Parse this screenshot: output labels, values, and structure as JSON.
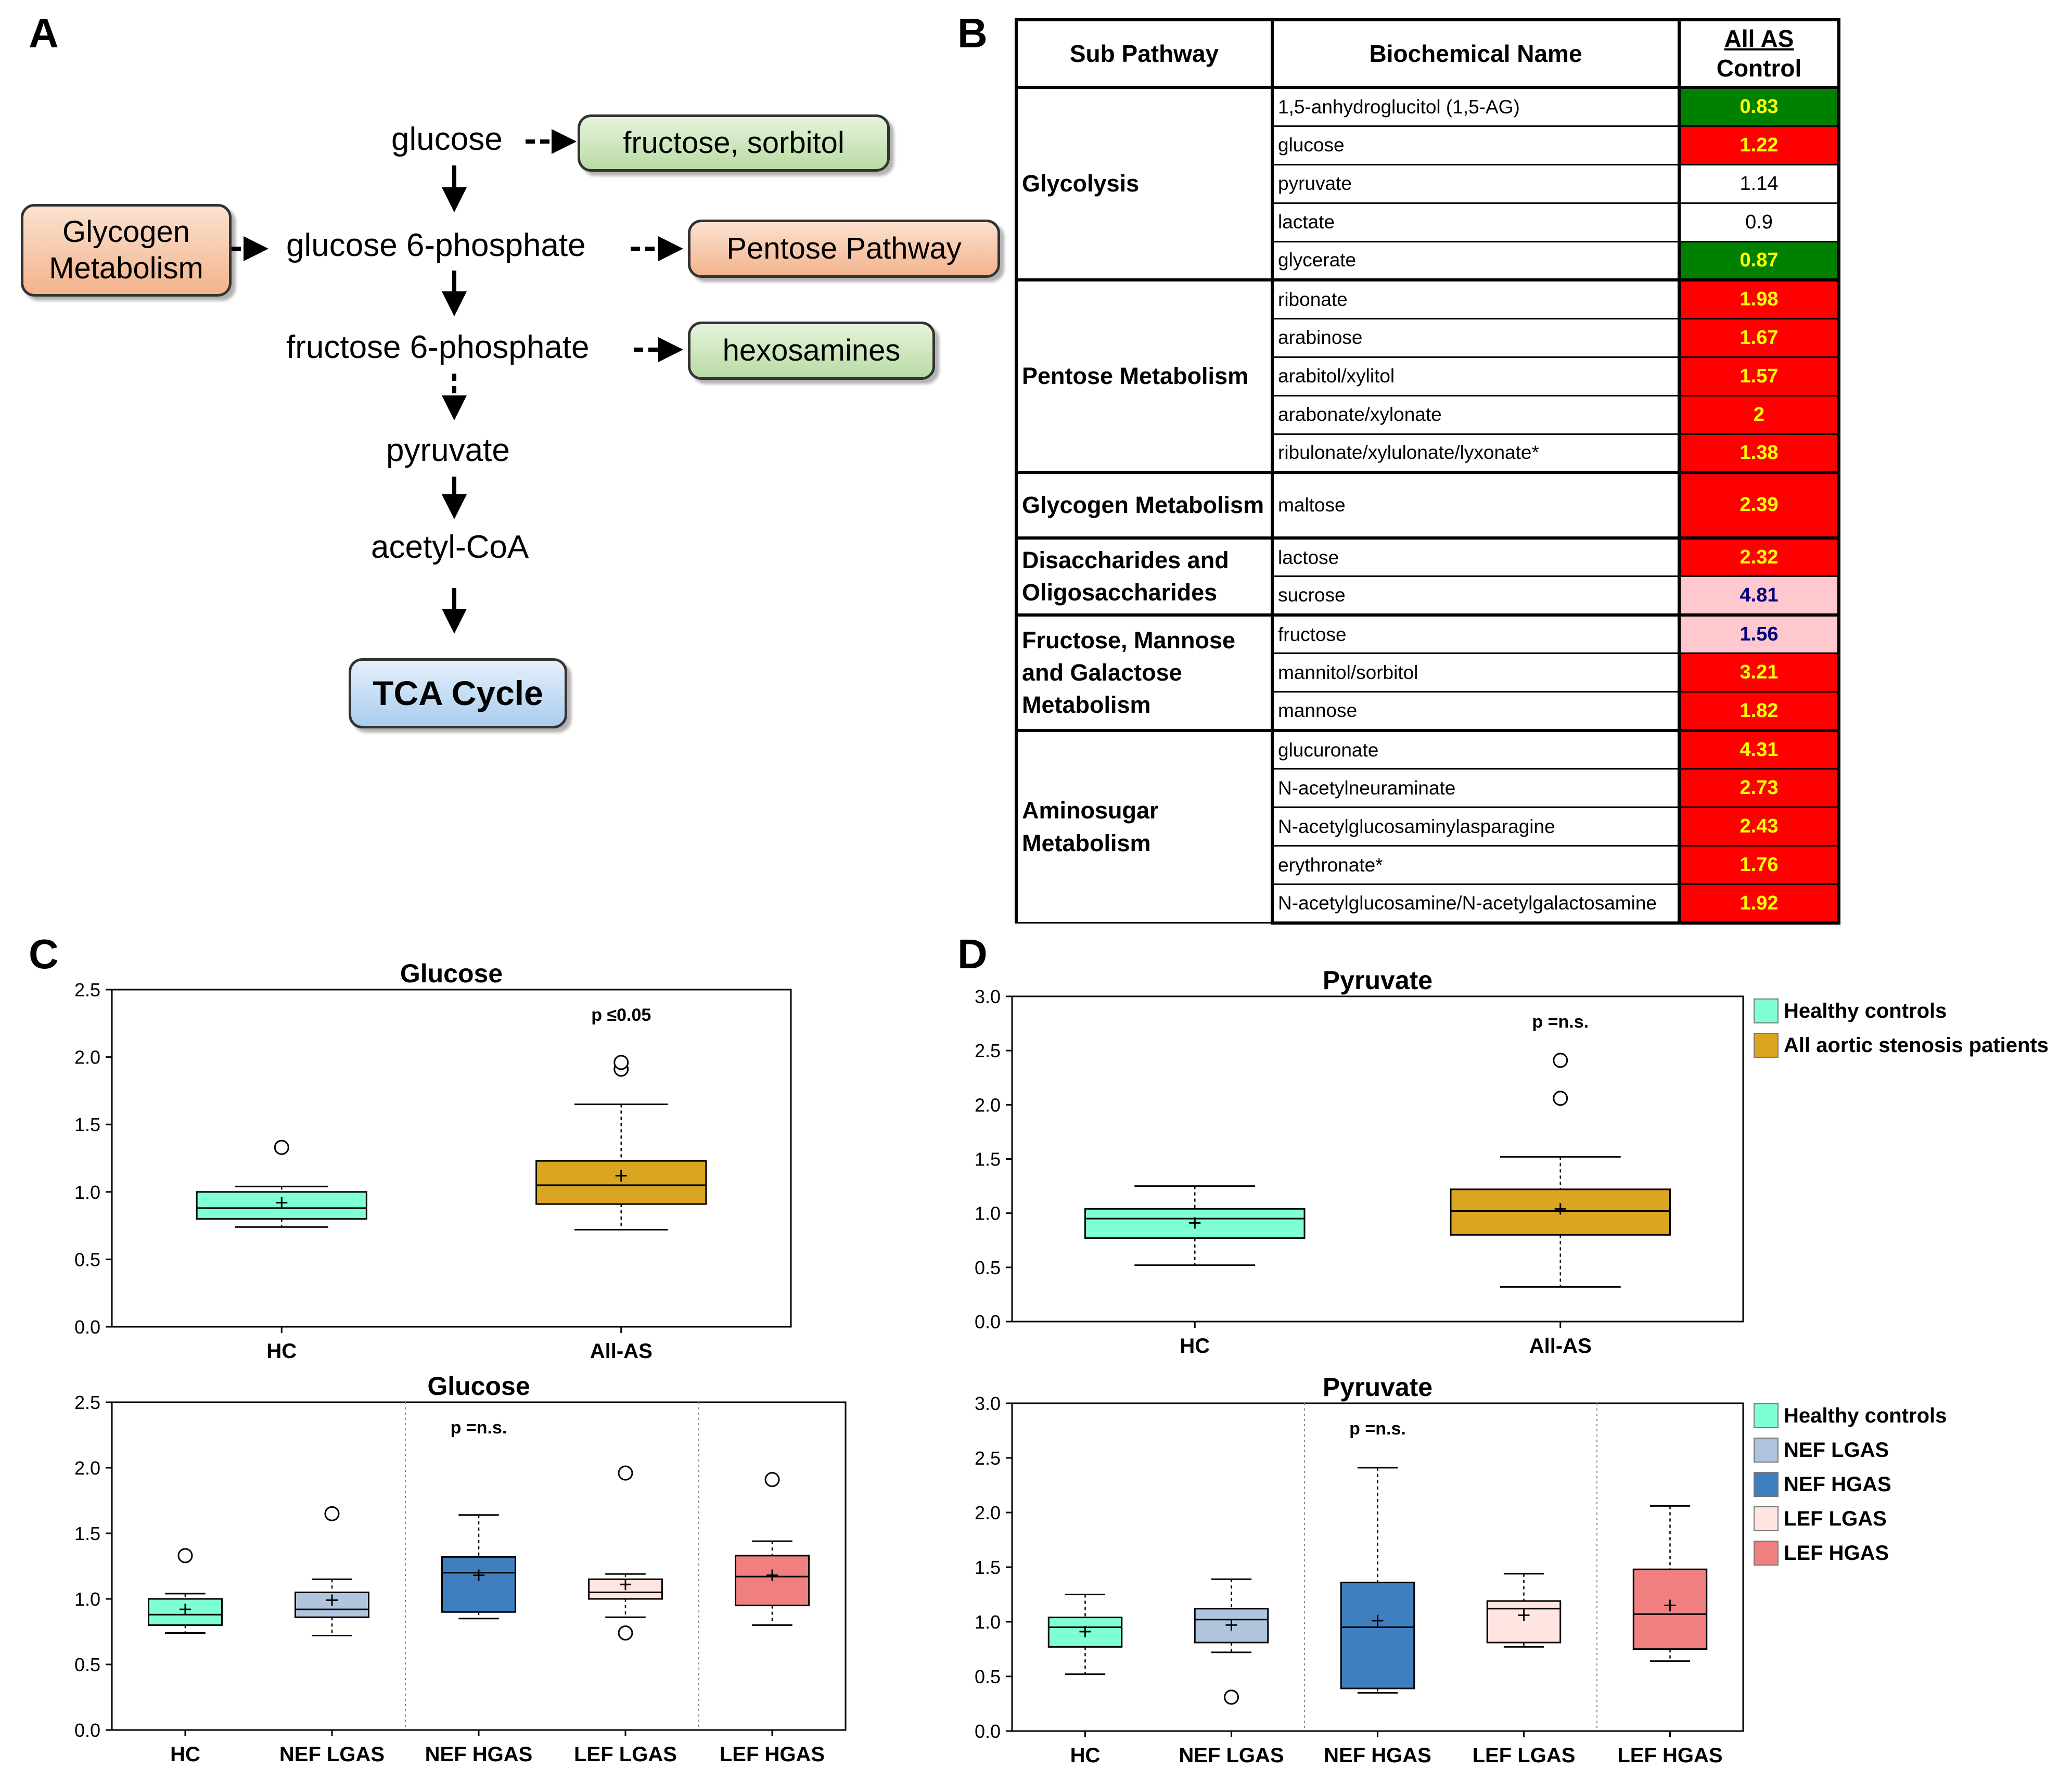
{
  "panels": {
    "a": "A",
    "b": "B",
    "c": "C",
    "d": "D"
  },
  "flow": {
    "glucose": "glucose",
    "g6p": "glucose 6-phosphate",
    "f6p": "fructose 6-phosphate",
    "pyruvate": "pyruvate",
    "acetyl": "acetyl-CoA",
    "fructose_box": "fructose, sorbitol",
    "glycogen_box": "Glycogen Metabolism",
    "pentose_box": "Pentose Pathway",
    "hexosamine_box": "hexosamines",
    "tca_box": "TCA Cycle"
  },
  "table": {
    "headers": {
      "sub": "Sub Pathway",
      "name": "Biochemical Name",
      "ratio_top": "All AS",
      "ratio_bottom": "Control"
    },
    "colors": {
      "red": "#ff0000",
      "green": "#008000",
      "pink": "#ffc7ce",
      "white": "#ffffff",
      "yellow_text": "#ffff00",
      "navy_text": "#000080"
    },
    "groups": [
      {
        "name": "Glycolysis",
        "rows": [
          {
            "name": "1,5-anhydroglucitol (1,5-AG)",
            "value": "0.83",
            "tone": "green"
          },
          {
            "name": "glucose",
            "value": "1.22",
            "tone": "red"
          },
          {
            "name": "pyruvate",
            "value": "1.14",
            "tone": "white"
          },
          {
            "name": "lactate",
            "value": "0.9",
            "tone": "white"
          },
          {
            "name": "glycerate",
            "value": "0.87",
            "tone": "green"
          }
        ]
      },
      {
        "name": "Pentose Metabolism",
        "rows": [
          {
            "name": "ribonate",
            "value": "1.98",
            "tone": "red"
          },
          {
            "name": "arabinose",
            "value": "1.67",
            "tone": "red"
          },
          {
            "name": "arabitol/xylitol",
            "value": "1.57",
            "tone": "red"
          },
          {
            "name": "arabonate/xylonate",
            "value": "2",
            "tone": "red"
          },
          {
            "name": "ribulonate/xylulonate/lyxonate*",
            "value": "1.38",
            "tone": "red"
          }
        ]
      },
      {
        "name": "Glycogen Metabolism",
        "rows": [
          {
            "name": "maltose",
            "value": "2.39",
            "tone": "red"
          }
        ]
      },
      {
        "name": "Disaccharides and Oligosaccharides",
        "rows": [
          {
            "name": "lactose",
            "value": "2.32",
            "tone": "red"
          },
          {
            "name": "sucrose",
            "value": "4.81",
            "tone": "pink"
          }
        ]
      },
      {
        "name": "Fructose, Mannose and Galactose Metabolism",
        "rows": [
          {
            "name": "fructose",
            "value": "1.56",
            "tone": "pink"
          },
          {
            "name": "mannitol/sorbitol",
            "value": "3.21",
            "tone": "red"
          },
          {
            "name": "mannose",
            "value": "1.82",
            "tone": "red"
          }
        ]
      },
      {
        "name": "Aminosugar Metabolism",
        "rows": [
          {
            "name": "glucuronate",
            "value": "4.31",
            "tone": "red"
          },
          {
            "name": "N-acetylneuraminate",
            "value": "2.73",
            "tone": "red"
          },
          {
            "name": "N-acetylglucosaminylasparagine",
            "value": "2.43",
            "tone": "red"
          },
          {
            "name": "erythronate*",
            "value": "1.76",
            "tone": "red"
          },
          {
            "name": "N-acetylglucosamine/N-acetylgalactosamine",
            "value": "1.92",
            "tone": "red"
          }
        ]
      }
    ]
  },
  "legend_top": [
    {
      "label": "Healthy controls",
      "color": "#7fffd4"
    },
    {
      "label": "All aortic stenosis patients",
      "color": "#daa520"
    }
  ],
  "legend_bottom": [
    {
      "label": "Healthy controls",
      "color": "#7fffd4"
    },
    {
      "label": "NEF LGAS",
      "color": "#b0c4de"
    },
    {
      "label": "NEF HGAS",
      "color": "#3f7fbf"
    },
    {
      "label": "LEF LGAS",
      "color": "#ffe4e1"
    },
    {
      "label": "LEF HGAS",
      "color": "#f08080"
    }
  ],
  "chart_data": [
    {
      "type": "box",
      "title": "Glucose",
      "annotation": "p ≤0.05",
      "ylim": [
        0,
        2.5
      ],
      "yticks": [
        "0.0",
        "0.5",
        "1.0",
        "1.5",
        "2.0",
        "2.5"
      ],
      "categories": [
        "HC",
        "All-AS"
      ],
      "boxes": [
        {
          "color": "#7fffd4",
          "whisker_low": 0.74,
          "q1": 0.8,
          "median": 0.88,
          "q3": 1.0,
          "whisker_high": 1.04,
          "mean": 0.92,
          "outliers": [
            1.33
          ]
        },
        {
          "color": "#daa520",
          "whisker_low": 0.72,
          "q1": 0.91,
          "median": 1.05,
          "q3": 1.23,
          "whisker_high": 1.65,
          "mean": 1.12,
          "outliers": [
            1.91,
            1.96
          ]
        }
      ]
    },
    {
      "type": "box",
      "title": "Glucose",
      "annotation": "p =n.s.",
      "ylim": [
        0,
        2.5
      ],
      "yticks": [
        "0.0",
        "0.5",
        "1.0",
        "1.5",
        "2.0",
        "2.5"
      ],
      "categories": [
        "HC",
        "NEF LGAS",
        "NEF HGAS",
        "LEF LGAS",
        "LEF HGAS"
      ],
      "dividers_after": [
        1,
        3
      ],
      "boxes": [
        {
          "color": "#7fffd4",
          "whisker_low": 0.74,
          "q1": 0.8,
          "median": 0.88,
          "q3": 1.0,
          "whisker_high": 1.04,
          "mean": 0.92,
          "outliers": [
            1.33
          ]
        },
        {
          "color": "#b0c4de",
          "whisker_low": 0.72,
          "q1": 0.86,
          "median": 0.92,
          "q3": 1.05,
          "whisker_high": 1.15,
          "mean": 0.99,
          "outliers": [
            1.65
          ]
        },
        {
          "color": "#3f7fbf",
          "whisker_low": 0.85,
          "q1": 0.9,
          "median": 1.2,
          "q3": 1.32,
          "whisker_high": 1.64,
          "mean": 1.18,
          "outliers": []
        },
        {
          "color": "#ffe4e1",
          "whisker_low": 0.86,
          "q1": 1.0,
          "median": 1.05,
          "q3": 1.15,
          "whisker_high": 1.19,
          "mean": 1.11,
          "outliers": [
            1.96,
            0.74
          ]
        },
        {
          "color": "#f08080",
          "whisker_low": 0.8,
          "q1": 0.95,
          "median": 1.17,
          "q3": 1.33,
          "whisker_high": 1.44,
          "mean": 1.18,
          "outliers": [
            1.91
          ]
        }
      ]
    },
    {
      "type": "box",
      "title": "Pyruvate",
      "annotation": "p =n.s.",
      "ylim": [
        0,
        3.0
      ],
      "yticks": [
        "0.0",
        "0.5",
        "1.0",
        "1.5",
        "2.0",
        "2.5",
        "3.0"
      ],
      "categories": [
        "HC",
        "All-AS"
      ],
      "boxes": [
        {
          "color": "#7fffd4",
          "whisker_low": 0.52,
          "q1": 0.77,
          "median": 0.95,
          "q3": 1.04,
          "whisker_high": 1.25,
          "mean": 0.91,
          "outliers": []
        },
        {
          "color": "#daa520",
          "whisker_low": 0.32,
          "q1": 0.8,
          "median": 1.02,
          "q3": 1.22,
          "whisker_high": 1.52,
          "mean": 1.04,
          "outliers": [
            2.06,
            2.41
          ]
        }
      ]
    },
    {
      "type": "box",
      "title": "Pyruvate",
      "annotation": "p =n.s.",
      "ylim": [
        0,
        3.0
      ],
      "yticks": [
        "0.0",
        "0.5",
        "1.0",
        "1.5",
        "2.0",
        "2.5",
        "3.0"
      ],
      "categories": [
        "HC",
        "NEF LGAS",
        "NEF HGAS",
        "LEF LGAS",
        "LEF HGAS"
      ],
      "dividers_after": [
        1,
        3
      ],
      "boxes": [
        {
          "color": "#7fffd4",
          "whisker_low": 0.52,
          "q1": 0.77,
          "median": 0.95,
          "q3": 1.04,
          "whisker_high": 1.25,
          "mean": 0.91,
          "outliers": []
        },
        {
          "color": "#b0c4de",
          "whisker_low": 0.72,
          "q1": 0.81,
          "median": 1.02,
          "q3": 1.12,
          "whisker_high": 1.39,
          "mean": 0.97,
          "outliers": [
            0.31
          ]
        },
        {
          "color": "#3f7fbf",
          "whisker_low": 0.35,
          "q1": 0.39,
          "median": 0.95,
          "q3": 1.36,
          "whisker_high": 2.41,
          "mean": 1.01,
          "outliers": []
        },
        {
          "color": "#ffe4e1",
          "whisker_low": 0.77,
          "q1": 0.81,
          "median": 1.12,
          "q3": 1.19,
          "whisker_high": 1.44,
          "mean": 1.06,
          "outliers": []
        },
        {
          "color": "#f08080",
          "whisker_low": 0.64,
          "q1": 0.75,
          "median": 1.07,
          "q3": 1.48,
          "whisker_high": 2.06,
          "mean": 1.15,
          "outliers": []
        }
      ]
    }
  ]
}
